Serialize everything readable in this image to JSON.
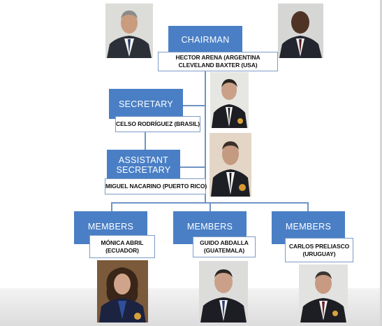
{
  "chairman": {
    "title": "CHAIRMAN",
    "names": [
      "HECTOR ARENA (ARGENTINA",
      "CLEVELAND BAXTER (USA)"
    ]
  },
  "secretary": {
    "title": "SECRETARY",
    "name": "CELSO RODRÍGUEZ (BRASIL)"
  },
  "assistant_secretary": {
    "title_lines": [
      "ASSISTANT",
      "SECRETARY"
    ],
    "name": "MIGUEL NACARINO (PUERTO RICO)"
  },
  "members": [
    {
      "title": "MEMBERS",
      "name_lines": [
        "MÓNICA ABRIL",
        "(ECUADOR)"
      ]
    },
    {
      "title": "MEMBERS",
      "name_lines": [
        "GUIDO ABDALLA",
        "(GUATEMALA)"
      ]
    },
    {
      "title": "MEMBERS",
      "name_lines": [
        "CARLOS PRELIASCO",
        "(URUGUAY)"
      ]
    }
  ],
  "colors": {
    "role_box": "#4a7fc5",
    "connector": "#7094c4",
    "name_border": "#7d9bc6"
  },
  "icons": [
    "portrait-photo"
  ]
}
